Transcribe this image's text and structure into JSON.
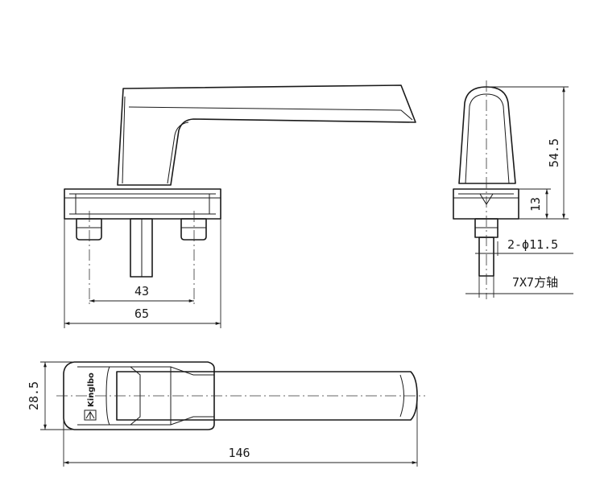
{
  "dimensions": {
    "front_inner_spacing": "43",
    "front_base_width": "65",
    "side_height": "54.5",
    "side_base_height": "13",
    "side_screw_spec": "2-ϕ11.5",
    "side_spindle_spec": "7X7方轴",
    "top_width": "28.5",
    "top_length": "146"
  },
  "logo": {
    "brand": "Kinglbo"
  }
}
